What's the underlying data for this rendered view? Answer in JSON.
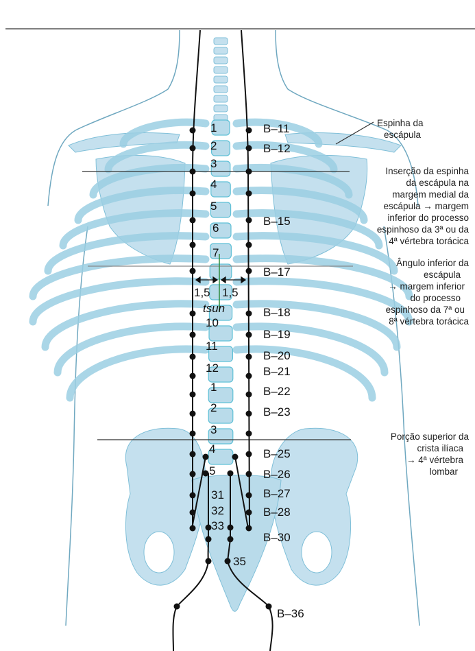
{
  "vertebrae": {
    "thoracic": [
      "1",
      "2",
      "3",
      "4",
      "5",
      "6",
      "7",
      "",
      "10",
      "11",
      "12"
    ],
    "lumbar": [
      "1",
      "2",
      "3",
      "4",
      "5"
    ],
    "sacral": [
      "31",
      "32",
      "33",
      "35"
    ]
  },
  "points": [
    "B–11",
    "B–12",
    "B–15",
    "B–17",
    "B–18",
    "B–19",
    "B–20",
    "B–21",
    "B–22",
    "B–23",
    "B–25",
    "B–26",
    "B–27",
    "B–28",
    "B–30",
    "B–36"
  ],
  "measure": {
    "left": "1,5",
    "right": "1,5",
    "unit": "tsun"
  },
  "annotations": {
    "scapular_spine": [
      "Espinha da",
      "escápula"
    ],
    "spine_insertion": [
      "Inserção da espinha",
      "da escápula na",
      "margem medial da",
      "escápula → margem",
      "inferior do processo",
      "espinhoso da 3ª ou da",
      "4ª vértebra torácica"
    ],
    "inferior_angle": [
      "Ângulo inferior da",
      "escápula",
      "→ margem inferior",
      "do processo",
      "espinhoso da 7ª ou",
      "8ª vértebra torácica"
    ],
    "iliac_crest": [
      "Porção superior da",
      "crista ilíaca",
      "→ 4ª vértebra",
      "lombar"
    ]
  },
  "colors": {
    "bone": "#c4e0ee",
    "bone_edge": "#7fbfd8",
    "spine": "#5fc0d6",
    "ink": "#111111",
    "rule": "#555555"
  }
}
